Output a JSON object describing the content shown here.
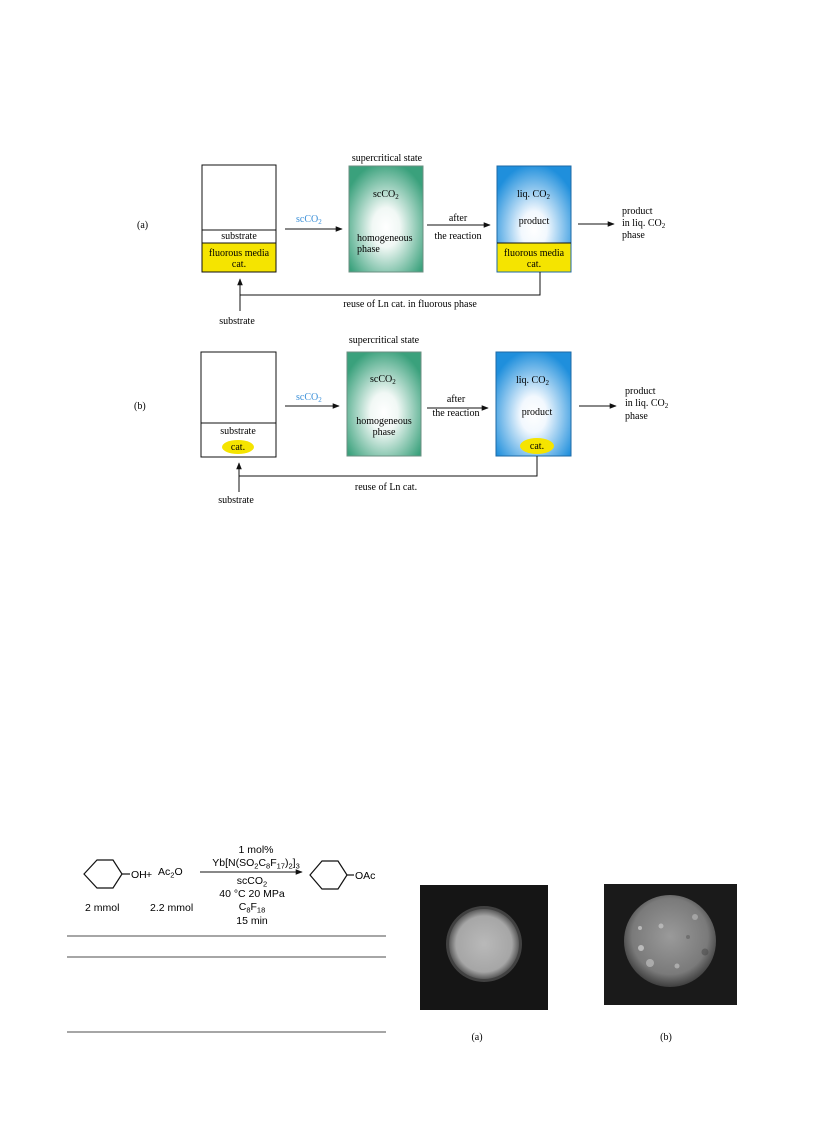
{
  "scheme_a": {
    "label": "(a)",
    "state_label": "supercritical state",
    "vessel1": {
      "layer_substrate": "substrate",
      "layer_media": "fluorous media",
      "layer_cat": "cat."
    },
    "arrow1_label_prefix": "scCO",
    "arrow1_label_sub": "2",
    "vessel2": {
      "title_prefix": "scCO",
      "title_sub": "2",
      "line1": "homogeneous",
      "line2": "phase"
    },
    "arrow2_label_line1": "after",
    "arrow2_label_line2": "the reaction",
    "vessel3": {
      "title_prefix": "liq. CO",
      "title_sub": "2",
      "middle": "product",
      "layer_media": "fluorous media",
      "layer_cat": "cat."
    },
    "output_line1": "product",
    "output_line2_prefix": "in liq. CO",
    "output_line2_sub": "2",
    "output_line3": "phase",
    "loop_label": "reuse of Ln cat. in fluorous phase",
    "input_label": "substrate"
  },
  "scheme_b": {
    "label": "(b)",
    "state_label": "supercritical state",
    "vessel1": {
      "layer_substrate": "substrate",
      "cat": "cat."
    },
    "arrow1_label_prefix": "scCO",
    "arrow1_label_sub": "2",
    "vessel2": {
      "title_prefix": "scCO",
      "title_sub": "2",
      "line1": "homogeneous",
      "line2": "phase"
    },
    "arrow2_label_line1": "after",
    "arrow2_label_line2": "the reaction",
    "vessel3": {
      "title_prefix": "liq. CO",
      "title_sub": "2",
      "middle": "product",
      "cat": "cat."
    },
    "output_line1": "product",
    "output_line2_prefix": "in liq. CO",
    "output_line2_sub": "2",
    "output_line3": "phase",
    "loop_label": "reuse of Ln cat.",
    "input_label": "substrate"
  },
  "reaction": {
    "reactant1_group": "OH",
    "plus": "+",
    "reactant2_prefix": "Ac",
    "reactant2_sub": "2",
    "reactant2_suffix": "O",
    "product_group": "OAc",
    "reactant1_amount": "2 mmol",
    "reactant2_amount": "2.2 mmol",
    "cond_line1": "1 mol%",
    "cond_catalyst": {
      "p1": "Yb[N(SO",
      "s1": "2",
      "p2": "C",
      "s2": "8",
      "p3": "F",
      "s3": "17",
      "p4": ")",
      "s4": "2",
      "p5": "]",
      "s5": "3"
    },
    "cond_solvent_prefix": "scCO",
    "cond_solvent_sub": "2",
    "cond_temp_pressure": "40 °C  20 MPa",
    "cond_cosolvent": {
      "p1": "C",
      "s1": "8",
      "p2": "F",
      "s2": "18"
    },
    "cond_time": "15 min"
  },
  "photos": {
    "label_a": "(a)",
    "label_b": "(b)"
  },
  "colors": {
    "yellow": "#f5e400",
    "green": "#3aa17c",
    "blue": "#1f8fdc",
    "sc_blue": "#3a8fd8"
  }
}
